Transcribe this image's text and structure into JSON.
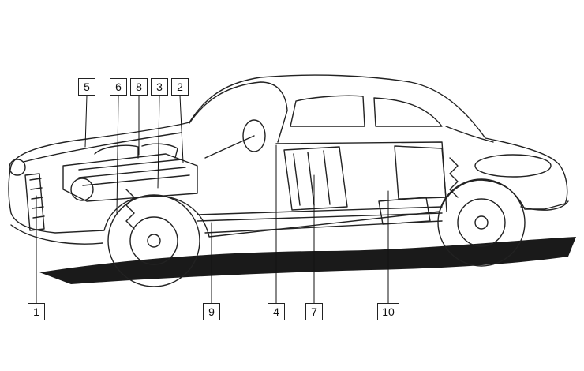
{
  "callouts": [
    {
      "id": "c5",
      "label": "5"
    },
    {
      "id": "c6",
      "label": "6"
    },
    {
      "id": "c8",
      "label": "8"
    },
    {
      "id": "c3",
      "label": "3"
    },
    {
      "id": "c2",
      "label": "2"
    },
    {
      "id": "c1",
      "label": "1"
    },
    {
      "id": "c9",
      "label": "9"
    },
    {
      "id": "c4",
      "label": "4"
    },
    {
      "id": "c7",
      "label": "7"
    },
    {
      "id": "c10",
      "label": "10"
    }
  ],
  "colors": {
    "ink": "#222222",
    "paper": "#ffffff",
    "shadow": "#1a1a1a"
  }
}
